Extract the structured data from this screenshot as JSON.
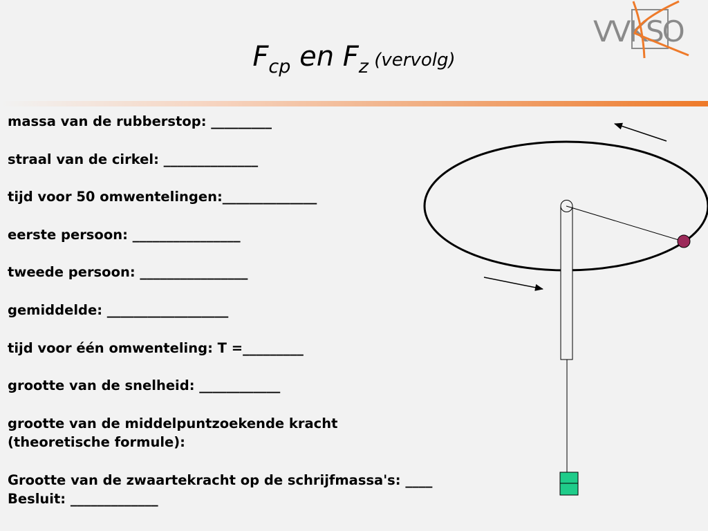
{
  "slide": {
    "title": {
      "f1": "F",
      "sub1": "cp",
      "mid": " en ",
      "f2": "F",
      "sub2": "z",
      "paren": " (vervolg)"
    },
    "logo_text": "VVKSO",
    "lines": [
      "massa van de rubberstop: _________",
      "straal van de cirkel: ______________",
      "tijd voor 50 omwentelingen:______________",
      "eerste persoon: ________________",
      "tweede persoon: ________________",
      "gemiddelde: __________________",
      "tijd voor één omwenteling: T =_________",
      "grootte van de snelheid: ____________",
      "grootte van de middelpuntzoekende kracht",
      "(theoretische formule):",
      "Grootte van de zwaartekracht op de schrijfmassa's: ____",
      "Besluit: _____________"
    ],
    "colors": {
      "accent_orange": "#ee7a2a",
      "logo_gray": "#8a8a8a",
      "stopper": "#9c2a5a",
      "weight": "#1fcc8a"
    }
  }
}
